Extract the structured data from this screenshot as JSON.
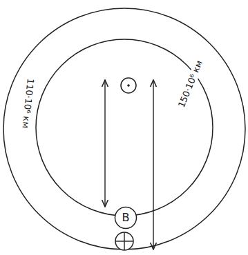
{
  "diagram": {
    "nodes": [
      {
        "text": [
          "B"
        ]
      }
    ],
    "labels": [
      "110·10⁶ км",
      "150·10⁶ км"
    ]
  }
}
